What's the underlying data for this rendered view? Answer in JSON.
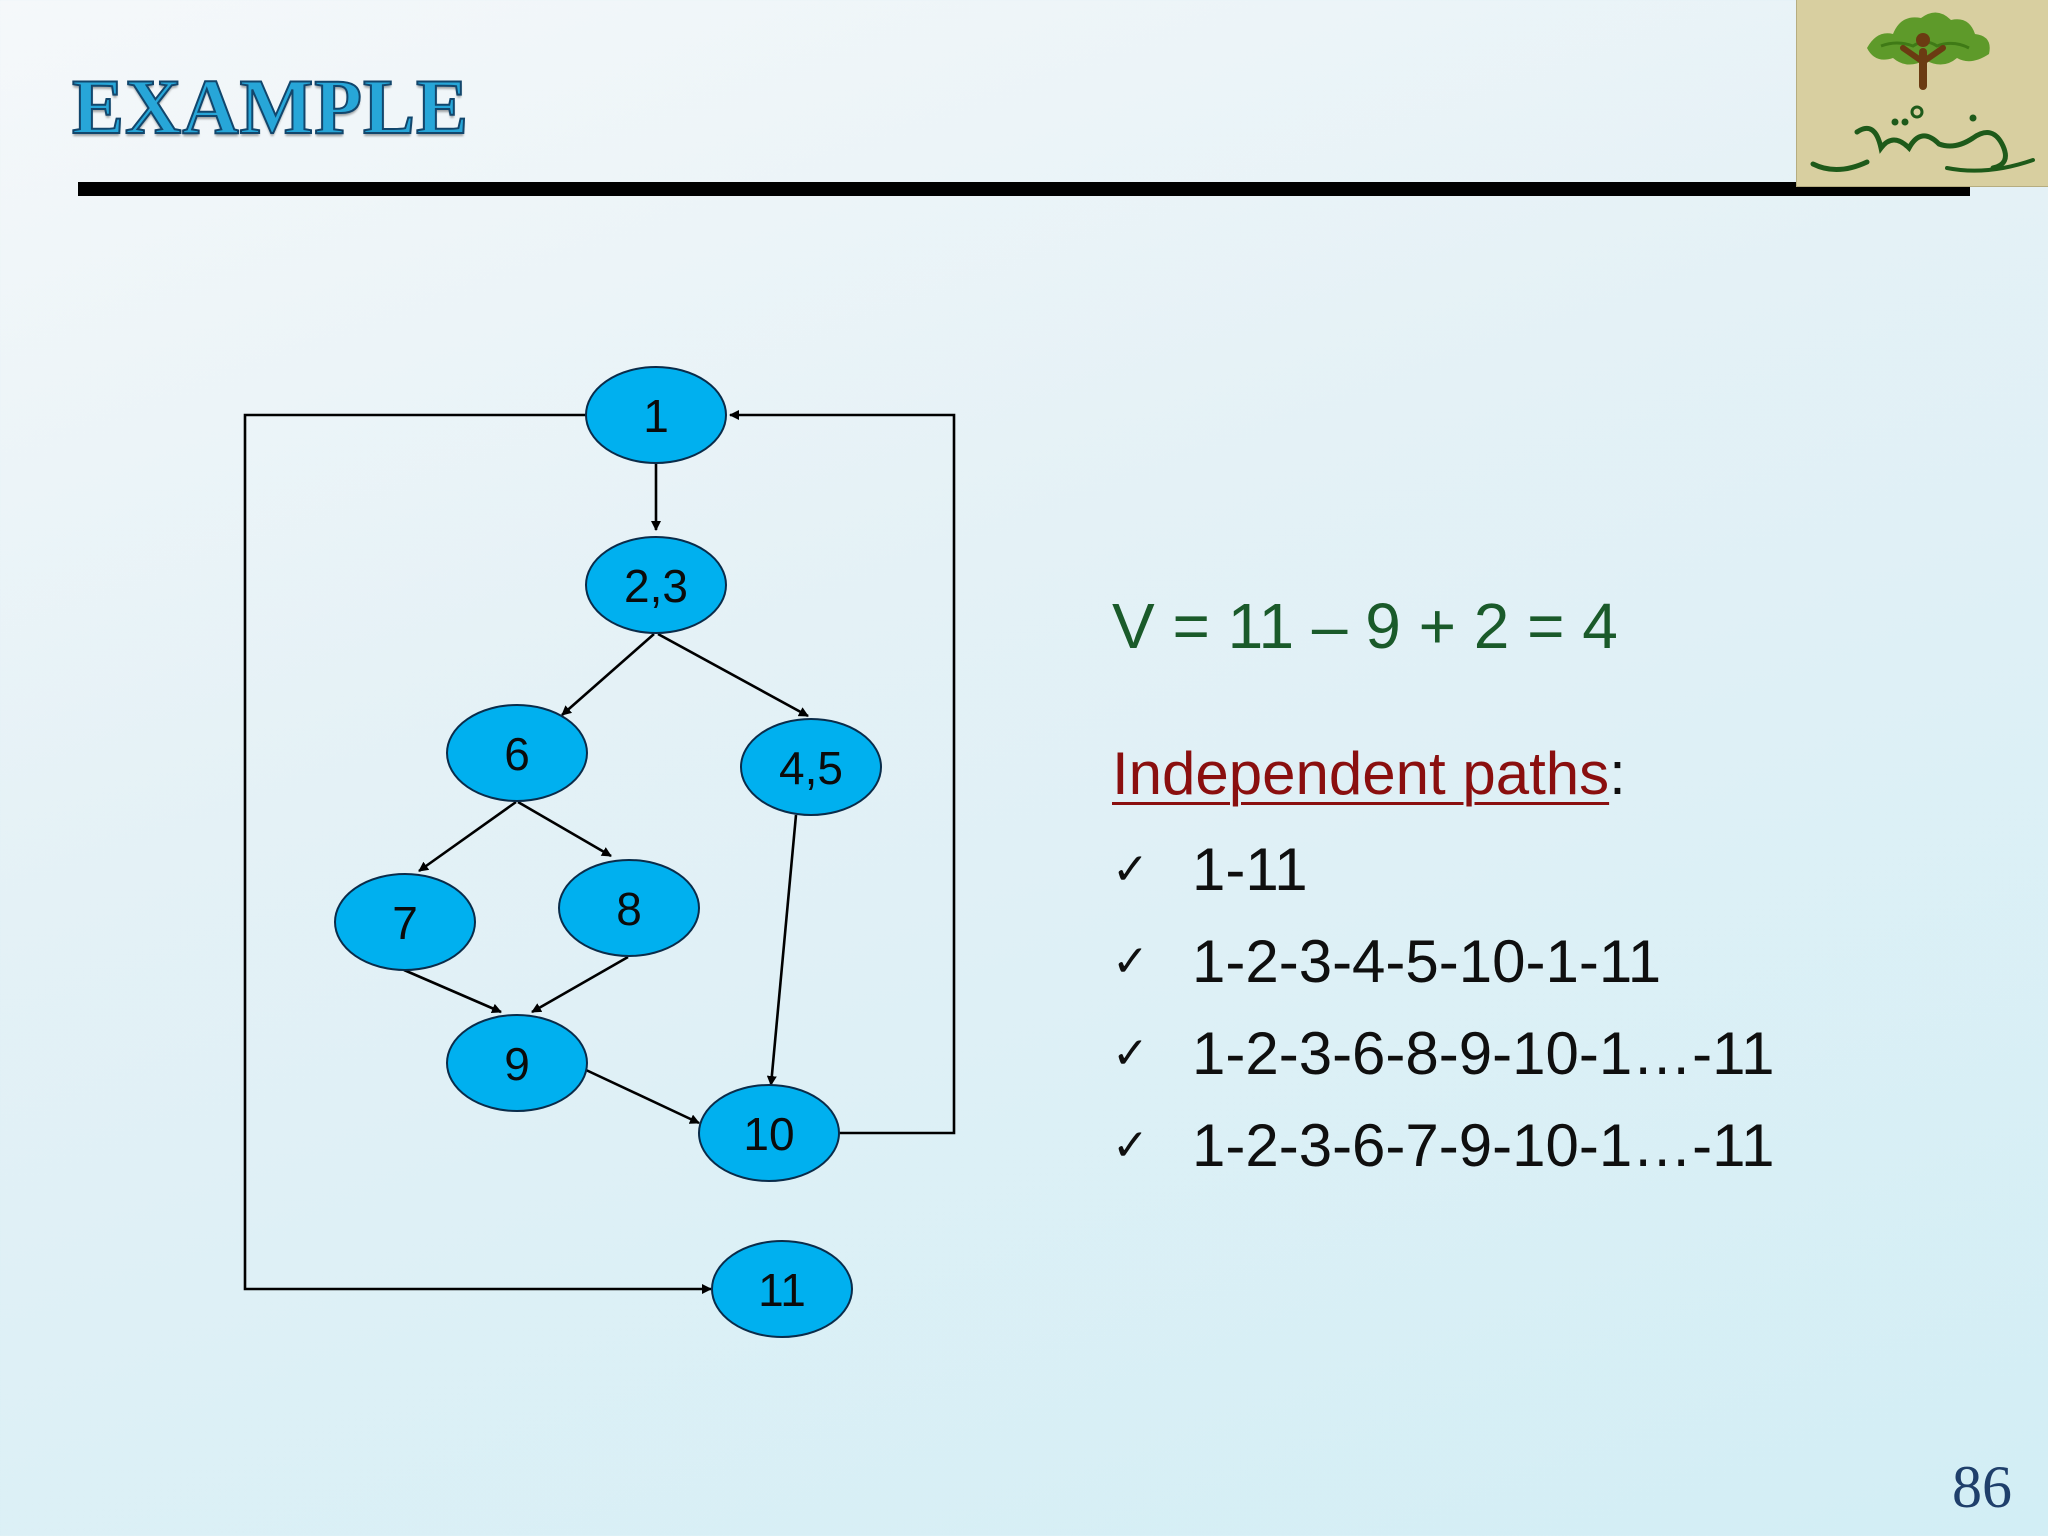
{
  "slide": {
    "title": "EXAMPLE",
    "page_number": "86"
  },
  "graph": {
    "nodes": [
      {
        "id": "n1",
        "label": "1"
      },
      {
        "id": "n23",
        "label": "2,3"
      },
      {
        "id": "n6",
        "label": "6"
      },
      {
        "id": "n45",
        "label": "4,5"
      },
      {
        "id": "n7",
        "label": "7"
      },
      {
        "id": "n8",
        "label": "8"
      },
      {
        "id": "n9",
        "label": "9"
      },
      {
        "id": "n10",
        "label": "10"
      },
      {
        "id": "n11",
        "label": "11"
      }
    ],
    "edges": [
      {
        "from": "1",
        "to": "2,3"
      },
      {
        "from": "2,3",
        "to": "6"
      },
      {
        "from": "2,3",
        "to": "4,5"
      },
      {
        "from": "6",
        "to": "7"
      },
      {
        "from": "6",
        "to": "8"
      },
      {
        "from": "7",
        "to": "9"
      },
      {
        "from": "8",
        "to": "9"
      },
      {
        "from": "9",
        "to": "10"
      },
      {
        "from": "4,5",
        "to": "10"
      },
      {
        "from": "10",
        "to": "1"
      },
      {
        "from": "1",
        "to": "11"
      }
    ]
  },
  "formula": "V = 11 – 9 + 2 = 4",
  "paths": {
    "heading": "Independent paths",
    "heading_suffix": ":",
    "items": [
      "1-11",
      "1-2-3-4-5-10-1-11",
      "1-2-3-6-8-9-10-1…-11",
      "1-2-3-6-7-9-10-1…-11"
    ]
  },
  "colors": {
    "node_fill": "#00b0ef",
    "title": "#27a6d8",
    "formula": "#1a5a2a",
    "heading": "#8a0f0f",
    "logo_bg": "#d8cfa0"
  },
  "icons": {
    "check": "check-icon",
    "logo": "tree-logo"
  }
}
